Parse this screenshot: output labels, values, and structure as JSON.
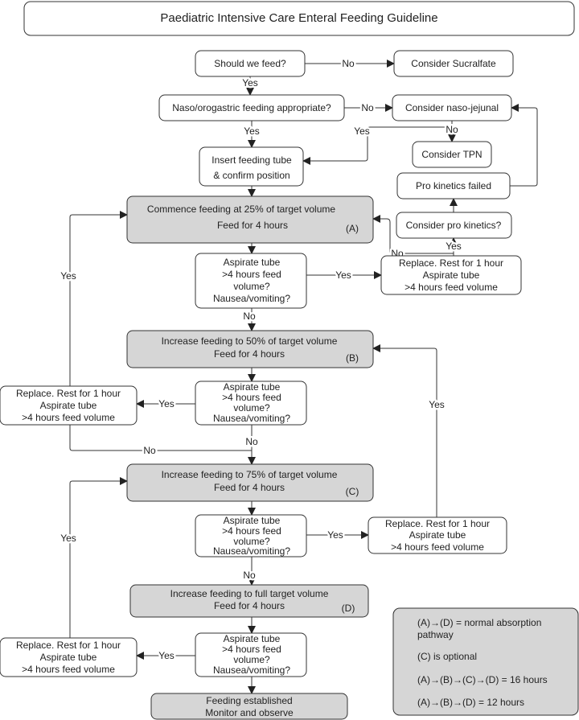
{
  "title": "Paediatric Intensive Care Enteral Feeding Guideline",
  "nodes": {
    "should_feed": [
      "Should we feed?"
    ],
    "sucralfate": [
      "Consider Sucralfate"
    ],
    "naso_oro": [
      "Naso/orogastric feeding appropriate?"
    ],
    "naso_jejunal": [
      "Consider naso-jejunal"
    ],
    "tpn": [
      "Consider TPN"
    ],
    "insert_tube": [
      "Insert feeding tube",
      "& confirm position"
    ],
    "pro_failed": [
      "Pro kinetics failed"
    ],
    "pro_consider": [
      "Consider pro kinetics?"
    ],
    "step_a": [
      "Commence feeding at 25% of target volume",
      "Feed for 4 hours",
      "(A)"
    ],
    "step_b": [
      "Increase feeding to 50% of target volume",
      "Feed for 4 hours",
      "(B)"
    ],
    "step_c": [
      "Increase feeding to 75% of target volume",
      "Feed for 4 hours",
      "(C)"
    ],
    "step_d": [
      "Increase feeding to full target volume",
      "Feed for 4 hours",
      "(D)"
    ],
    "aspirate": [
      "Aspirate tube",
      ">4 hours feed",
      "volume?",
      "Nausea/vomiting?"
    ],
    "replace": [
      "Replace. Rest for 1 hour",
      "Aspirate tube",
      ">4 hours feed volume"
    ],
    "established": [
      "Feeding established",
      "Monitor and observe"
    ]
  },
  "labels": {
    "yes": "Yes",
    "no": "No"
  },
  "notes": [
    "(A)→(D) = normal absorption",
    "pathway",
    "(C) is optional",
    "(A)→(B)→(C)→(D) = 16 hours",
    "(A)→(B)→(D) = 12 hours"
  ]
}
